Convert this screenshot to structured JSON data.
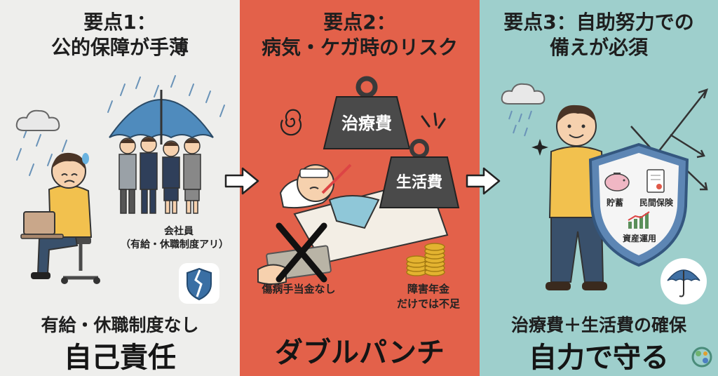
{
  "panel1": {
    "title_line1": "要点1：",
    "title_line2": "公的保障が手薄",
    "company_label_line1": "会社員",
    "company_label_line2": "（有給・休職制度アリ）",
    "subtitle": "有給・休職制度なし",
    "headline": "自己責任"
  },
  "panel2": {
    "title_line1": "要点2：",
    "title_line2": "病気・ケガ時のリスク",
    "weight1": "治療費",
    "weight2": "生活費",
    "label_left": "傷病手当金なし",
    "label_right_line1": "障害年金",
    "label_right_line2": "だけでは不足",
    "headline": "ダブルパンチ"
  },
  "panel3": {
    "title_line1": "要点3：自助努力での",
    "title_line2": "備えが必須",
    "shield_savings": "貯蓄",
    "shield_insurance": "民間保険",
    "shield_investment": "資産運用",
    "subtitle": "治療費＋生活費の確保",
    "headline": "自力で守る"
  },
  "colors": {
    "panel1": "#eeeeec",
    "panel2": "#e3614a",
    "panel3": "#9ecfcc"
  }
}
